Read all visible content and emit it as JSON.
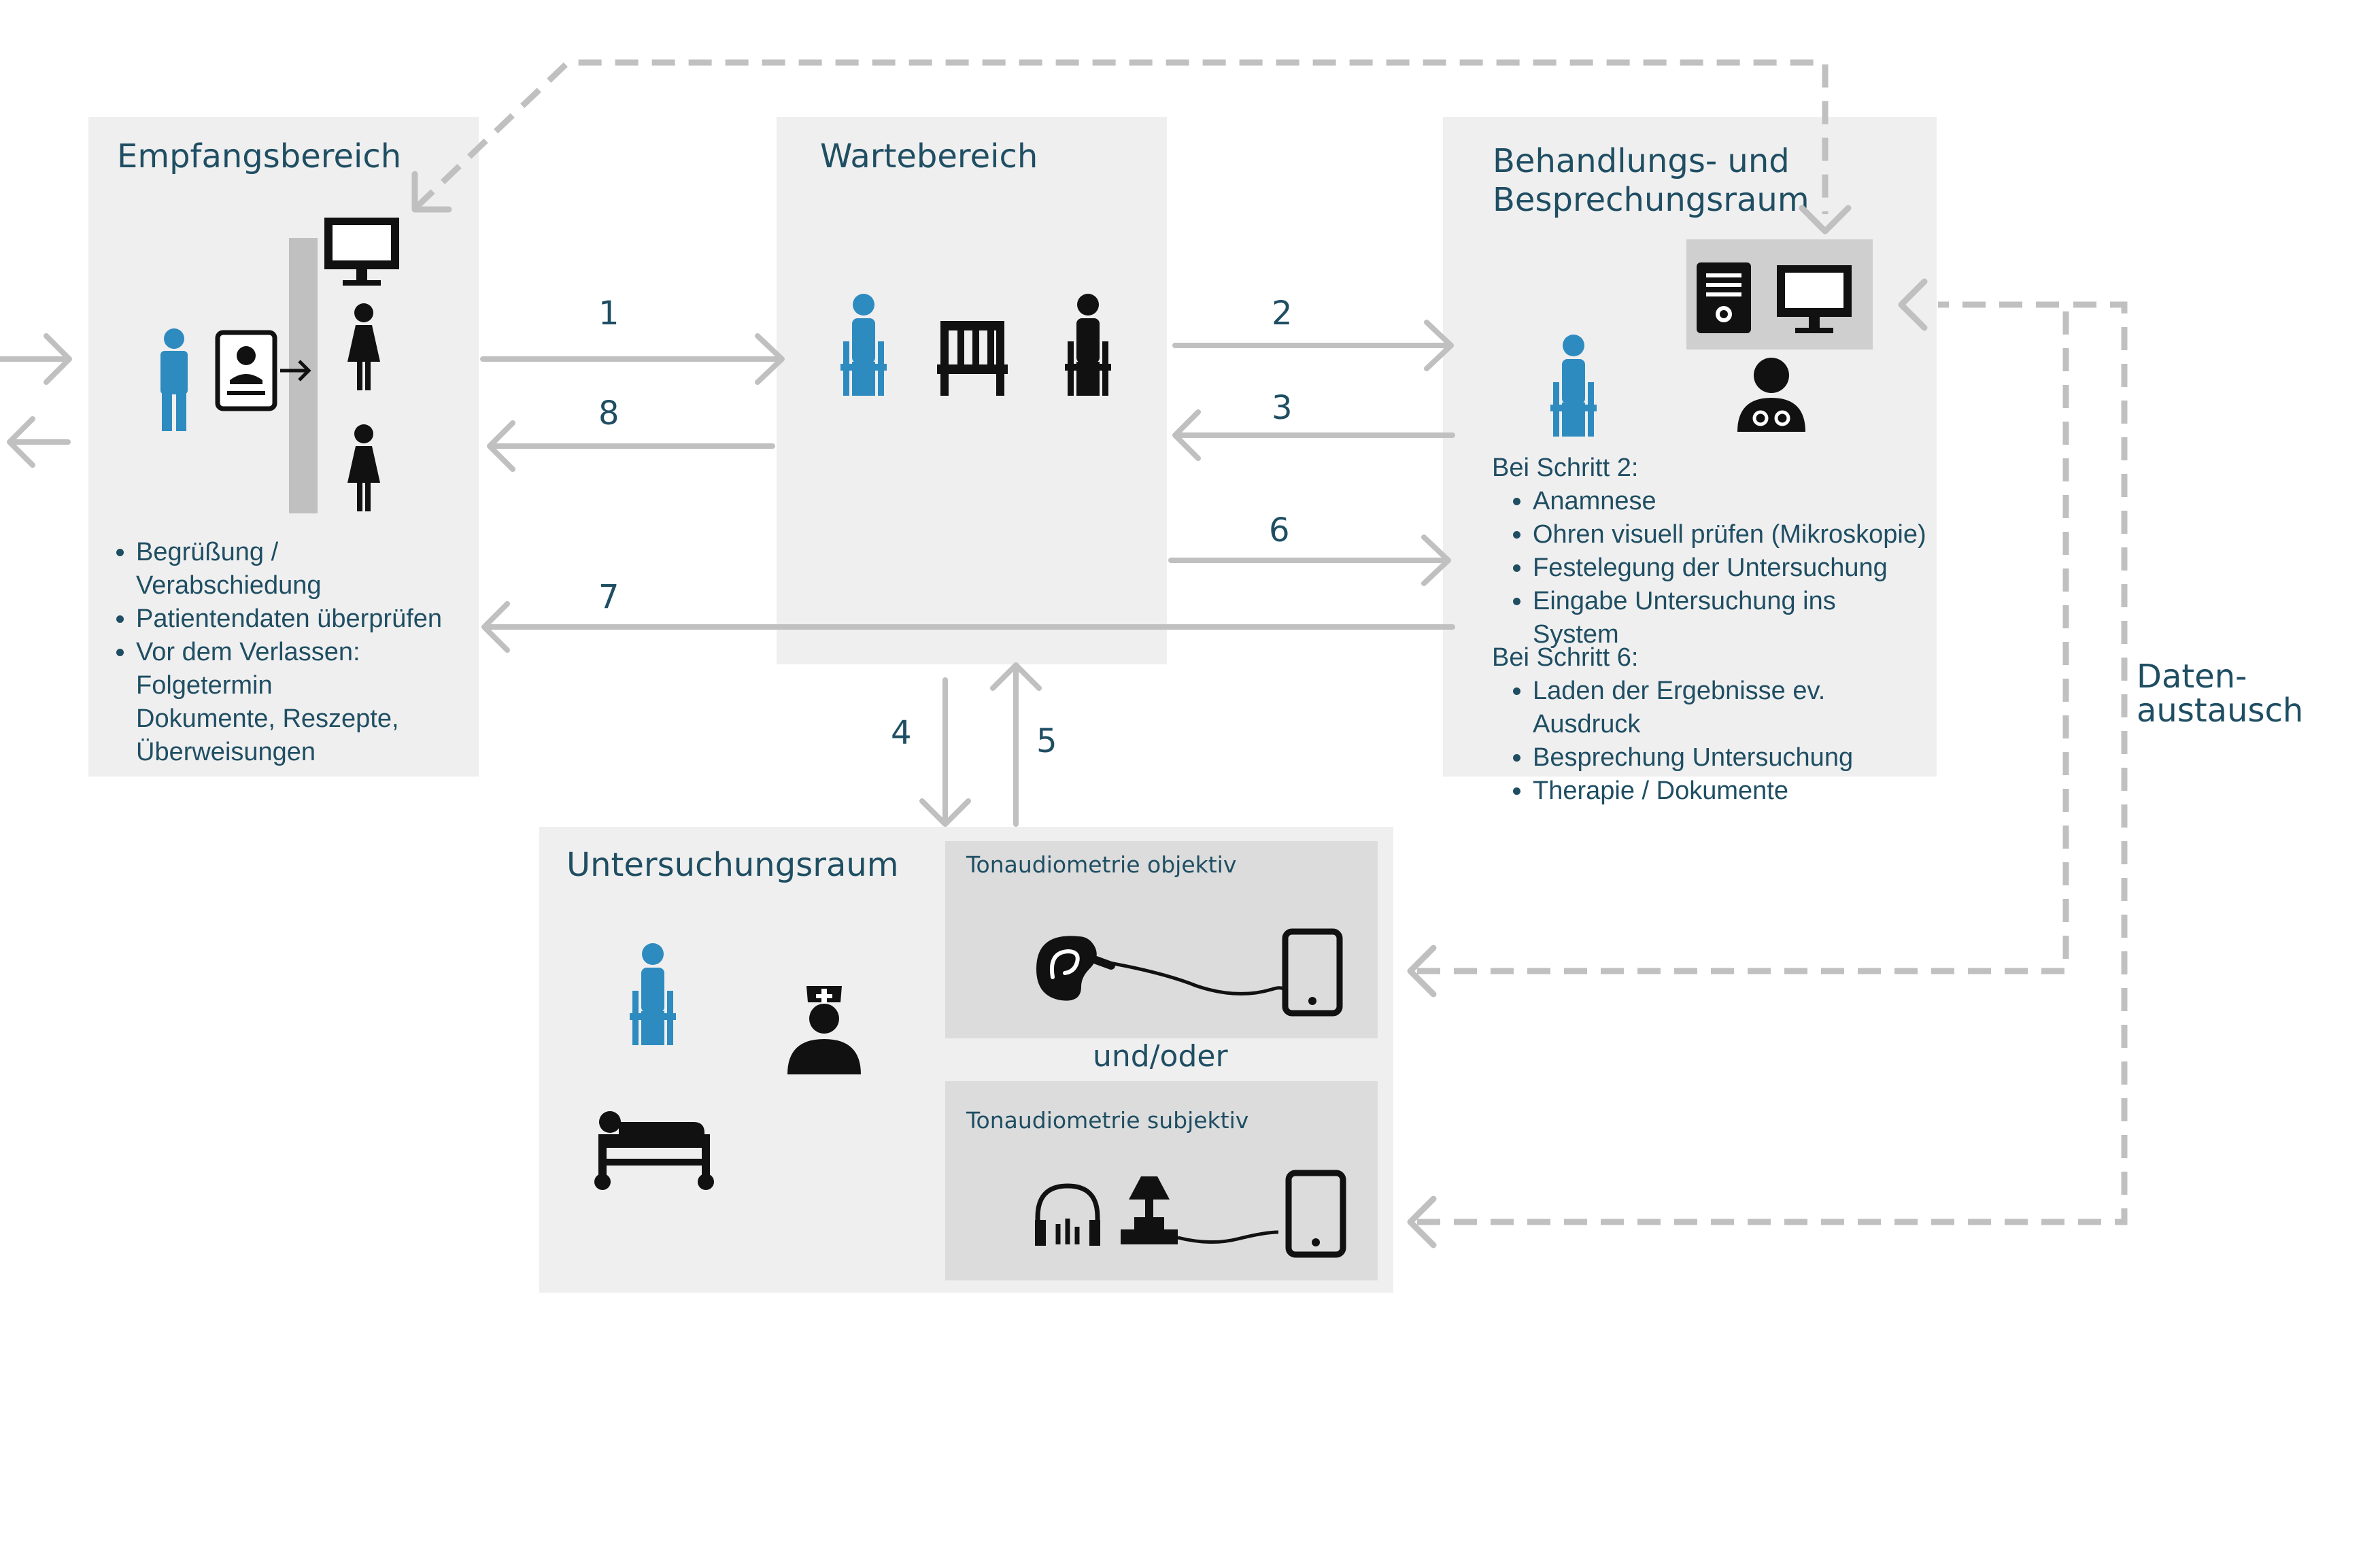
{
  "rooms": {
    "empfang": {
      "title": "Empfangsbereich",
      "items": [
        {
          "text": "Begrüßung /",
          "bullet": true
        },
        {
          "text": "Verabschiedung",
          "bullet": false
        },
        {
          "text": "Patientendaten überprüfen",
          "bullet": true
        },
        {
          "text": "Vor dem Verlassen:",
          "bullet": true
        },
        {
          "text": "Folgetermin",
          "bullet": false
        },
        {
          "text": "Dokumente, Reszepte,",
          "bullet": false
        },
        {
          "text": "Überweisungen",
          "bullet": false
        }
      ]
    },
    "warte": {
      "title": "Wartebereich"
    },
    "behandlung": {
      "title_line1": "Behandlungs- und",
      "title_line2": "Besprechungsraum",
      "step2_heading": "Bei Schritt 2:",
      "step2_items": [
        "Anamnese",
        "Ohren visuell prüfen (Mikroskopie)",
        "Festelegung der Untersuchung",
        "Eingabe Untersuchung ins System"
      ],
      "step6_heading": "Bei Schritt 6:",
      "step6_items": [
        "Laden der Ergebnisse ev. Ausdruck",
        "Besprechung Untersuchung",
        "Therapie / Dokumente"
      ]
    },
    "untersuchung": {
      "title": "Untersuchungsraum",
      "objektiv_title": "Tonaudiometrie objektiv",
      "connector": "und/oder",
      "subjektiv_title": "Tonaudiometrie subjektiv"
    }
  },
  "steps": [
    "1",
    "2",
    "3",
    "4",
    "5",
    "6",
    "7",
    "8"
  ],
  "data_exchange": {
    "line1": "Daten-",
    "line2": "austausch"
  },
  "colors": {
    "room_bg": "#efefef",
    "panel_bg": "#dcdcdc",
    "arrow": "#c0c0c0",
    "text": "#1f4e63",
    "patient": "#2e8bc0",
    "icon": "#111111"
  }
}
